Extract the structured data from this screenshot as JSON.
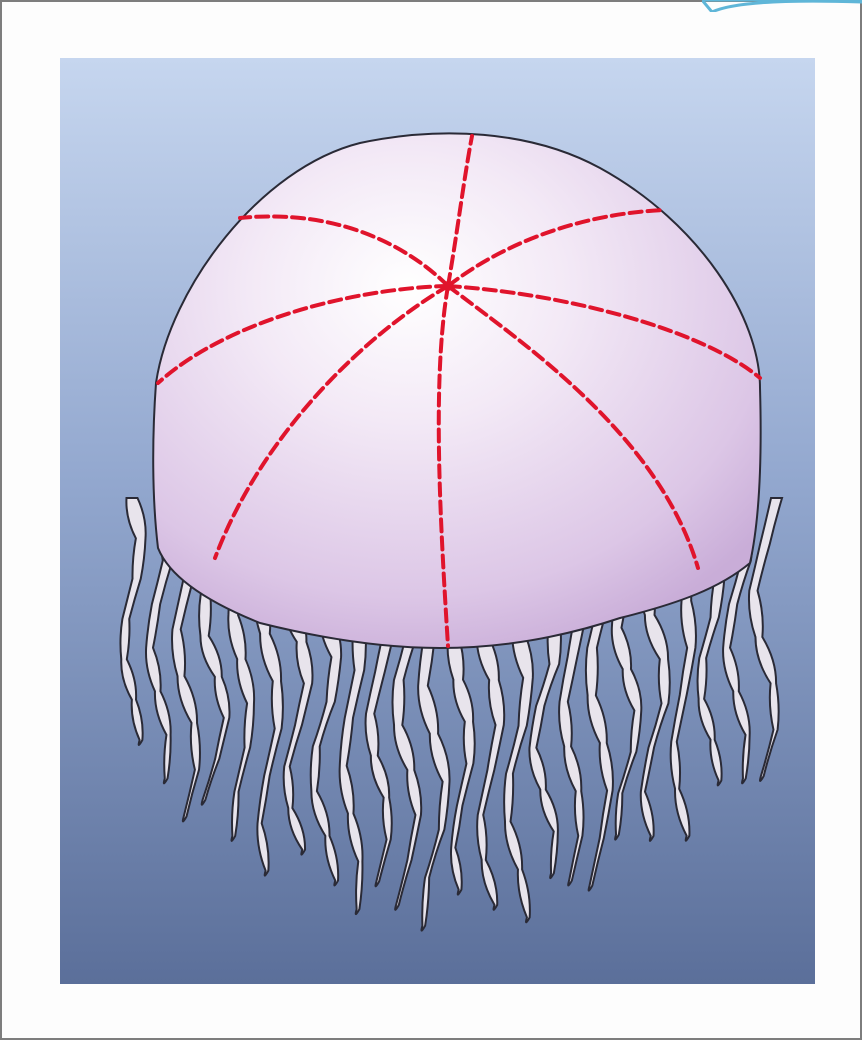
{
  "figure": {
    "subject": "jellyfish-radial-symmetry",
    "symmetry_lines_count": 8,
    "tentacle_count": 24
  },
  "colors": {
    "frame_border": "#7d7d7d",
    "background_top": "#c6d6ef",
    "background_bottom": "#5b6f9a",
    "bell_fill": "#f0e4f4",
    "bell_shade": "#cdb3da",
    "symmetry_line": "#e0142c",
    "tentacle_fill": "#e8e4ec",
    "outline": "#2a2a36",
    "accent": "#5fb6d8"
  }
}
